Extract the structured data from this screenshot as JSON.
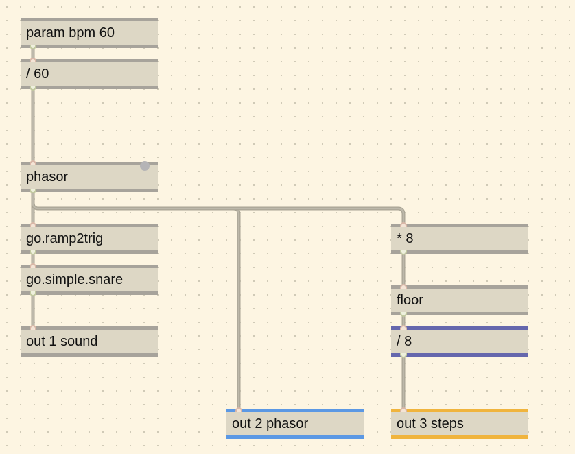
{
  "patcher": {
    "objects": [
      {
        "id": "param",
        "label": "param bpm 60",
        "style": "grey"
      },
      {
        "id": "div60",
        "label": "/ 60",
        "style": "grey"
      },
      {
        "id": "phasor",
        "label": "phasor",
        "style": "grey"
      },
      {
        "id": "ramp2trig",
        "label": "go.ramp2trig",
        "style": "grey"
      },
      {
        "id": "snare",
        "label": "go.simple.snare",
        "style": "grey"
      },
      {
        "id": "out1",
        "label": "out 1 sound",
        "style": "grey"
      },
      {
        "id": "out2",
        "label": "out 2 phasor",
        "style": "blue"
      },
      {
        "id": "mul8",
        "label": "* 8",
        "style": "grey"
      },
      {
        "id": "floor",
        "label": "floor",
        "style": "grey"
      },
      {
        "id": "div8",
        "label": "/ 8",
        "style": "purple"
      },
      {
        "id": "out3",
        "label": "out 3 steps",
        "style": "orange"
      }
    ],
    "connections": [
      [
        "param",
        "div60"
      ],
      [
        "div60",
        "phasor"
      ],
      [
        "phasor",
        "ramp2trig"
      ],
      [
        "phasor",
        "out2"
      ],
      [
        "phasor",
        "mul8"
      ],
      [
        "ramp2trig",
        "snare"
      ],
      [
        "snare",
        "out1"
      ],
      [
        "mul8",
        "floor"
      ],
      [
        "floor",
        "div8"
      ],
      [
        "div8",
        "out3"
      ]
    ]
  },
  "colors": {
    "canvas": "#fdf5e2",
    "object_fill": "#ddd7c5",
    "object_border": "#a7a39b",
    "out_phasor": "#5b98e4",
    "out_steps": "#f0b43d",
    "divide8": "#6567ad",
    "patch_cord": "#bdb8aa"
  }
}
